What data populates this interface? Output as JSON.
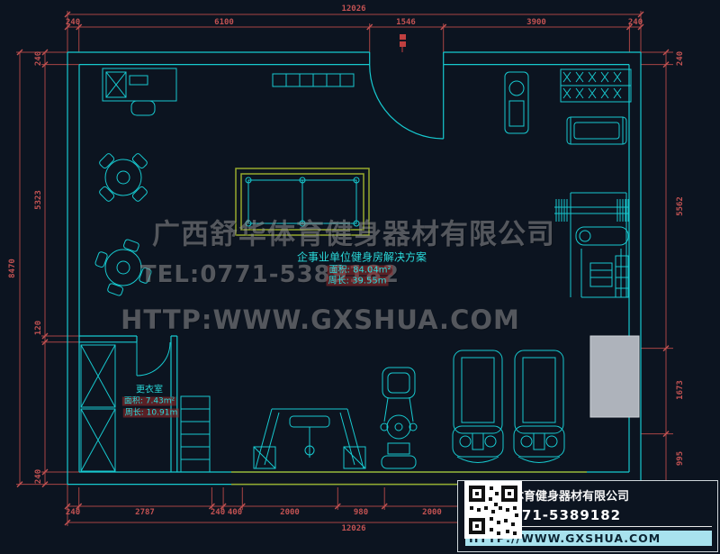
{
  "colors": {
    "background": "#0c1420",
    "line_cyan": "#17c9cf",
    "dim_red": "#b84a4a",
    "table_green": "#96aa2d",
    "watermark_gray": "#8f8f8f",
    "highlight_maroon": "#9b2a2a",
    "column_gray": "#aeb3bb"
  },
  "dims": {
    "top_total": "12026",
    "top": [
      "240",
      "6100",
      "1546",
      "3900",
      "240"
    ],
    "left_total": "8470",
    "left": [
      "240",
      "5323",
      "120",
      "240"
    ],
    "right": [
      "240",
      "5562",
      "1673",
      "995"
    ],
    "bottom": [
      "240",
      "2787",
      "240",
      "400",
      "2000",
      "980",
      "2000"
    ],
    "bottom_total": "12026"
  },
  "watermark": {
    "company": "广西舒华体育健身器材有限公司",
    "tel": "TEL:0771-5389182",
    "url": "HTTP:WWW.GXSHUA.COM"
  },
  "plan_label": {
    "title": "企事业单位健身房解决方案",
    "area": "面积: 84.04m²",
    "perimeter": "周长: 39.55m"
  },
  "locker_room": {
    "name": "更衣室",
    "area": "面积: 7.43m²",
    "perimeter": "周长: 10.91m"
  },
  "title_block": {
    "company": "广西舒华体育健身器材有限公司",
    "tel": "TEL:0771-5389182",
    "url": "HTTP://WWW.GXSHUA.COM"
  }
}
